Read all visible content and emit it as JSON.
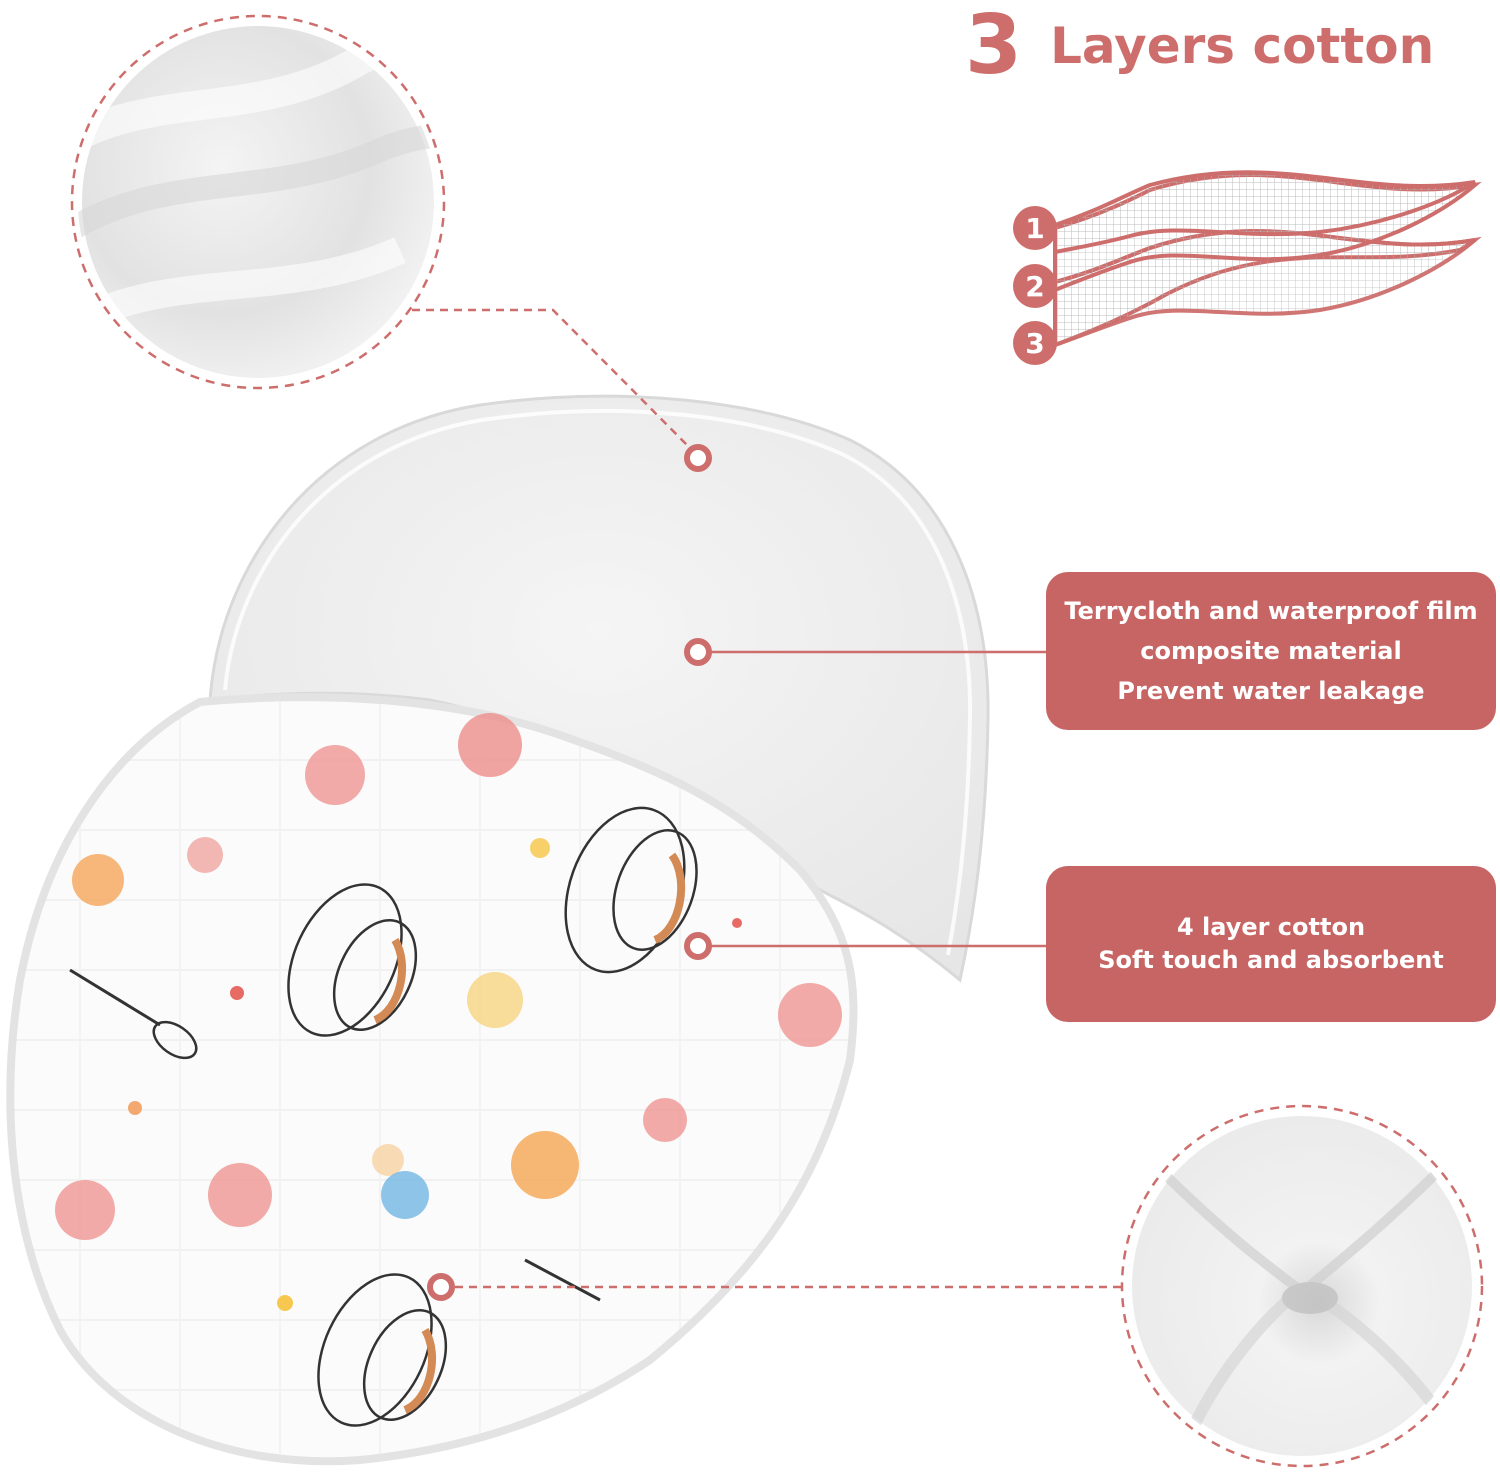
{
  "header": {
    "number": "3",
    "title": "Layers cotton"
  },
  "layer_markers": [
    "1",
    "2",
    "3"
  ],
  "callouts": [
    {
      "lines": [
        "Terrycloth and waterproof film",
        "composite material",
        "Prevent water leakage"
      ]
    },
    {
      "lines": [
        "4 layer cotton",
        "Soft touch and absorbent"
      ]
    }
  ],
  "colors": {
    "accent": "#cd6e6c",
    "accent_dark": "#c76565",
    "text_on_accent": "#ffffff",
    "terry": "#f0f0f0",
    "muslin": "#fbfbfb"
  }
}
